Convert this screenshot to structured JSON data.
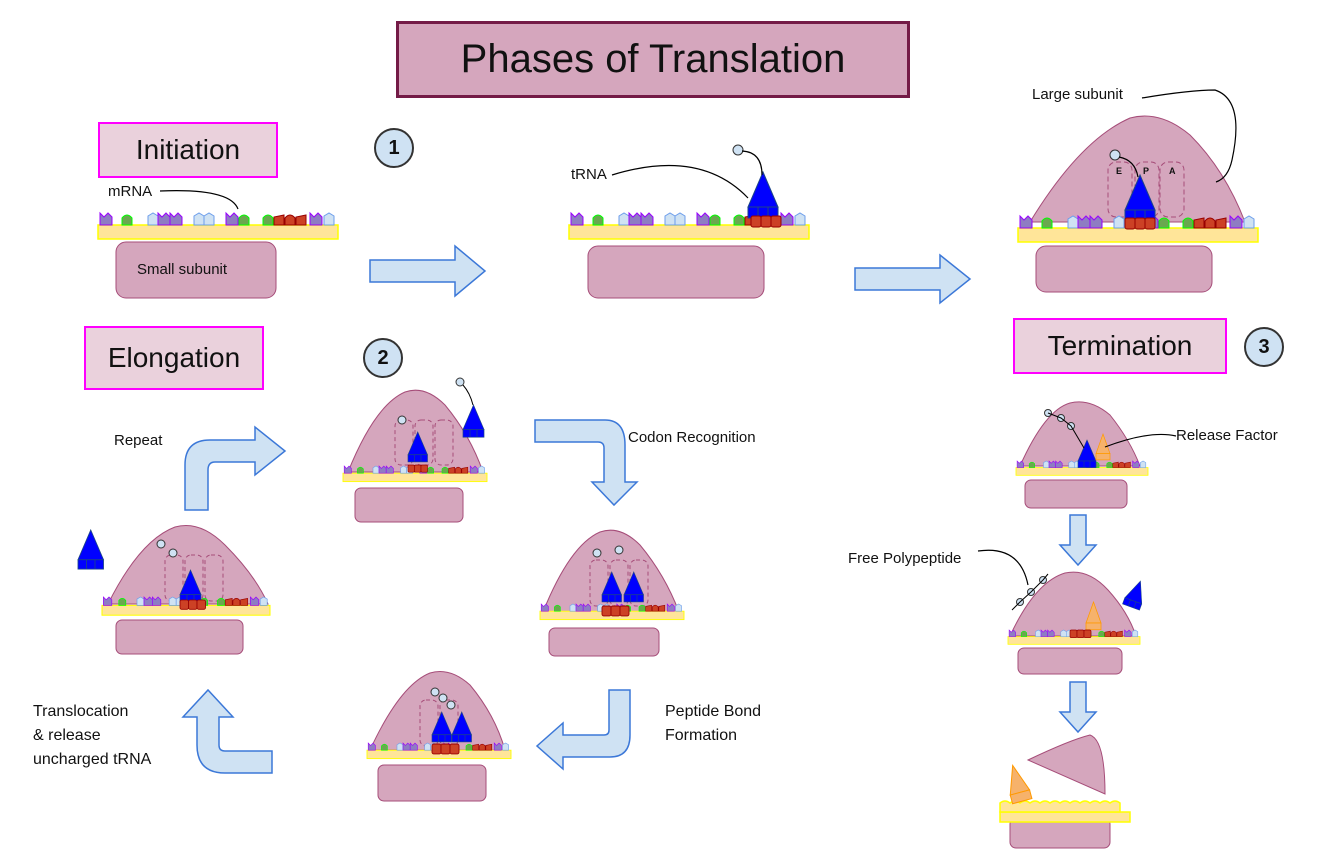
{
  "title": "Phases of Translation",
  "phases": {
    "initiation": {
      "label": "Initiation",
      "number": "1"
    },
    "elongation": {
      "label": "Elongation",
      "number": "2"
    },
    "termination": {
      "label": "Termination",
      "number": "3"
    }
  },
  "labels": {
    "mrna": "mRNA",
    "small_subunit": "Small subunit",
    "trna": "tRNA",
    "large_subunit": "Large subunit",
    "site_e": "E",
    "site_p": "P",
    "site_a": "A",
    "repeat": "Repeat",
    "codon_recognition": "Codon Recognition",
    "peptide_bond_line1": "Peptide Bond",
    "peptide_bond_line2": "Formation",
    "translocation_line1": "Translocation",
    "translocation_line2": "& release",
    "translocation_line3": "uncharged tRNA",
    "release_factor": "Release Factor",
    "free_polypeptide": "Free Polypeptide"
  },
  "colors": {
    "ribosome": "#d5a6bd",
    "ribosome_stroke": "#a64d79",
    "mrna_strand": "#ffe599",
    "mrna_stroke": "#ffff00",
    "trna": "#0000ff",
    "amino_acid": "#cfe2f3",
    "codon_red": "#cc4125",
    "codon_green": "#6aa84f",
    "codon_purple": "#8e7cc3",
    "codon_lightblue": "#cfe2f3",
    "release_factor": "#f6b26b",
    "arrow_fill": "#cfe2f3",
    "arrow_stroke": "#3c78d8",
    "title_border": "#741b47",
    "phase_border": "#ff00ff"
  }
}
